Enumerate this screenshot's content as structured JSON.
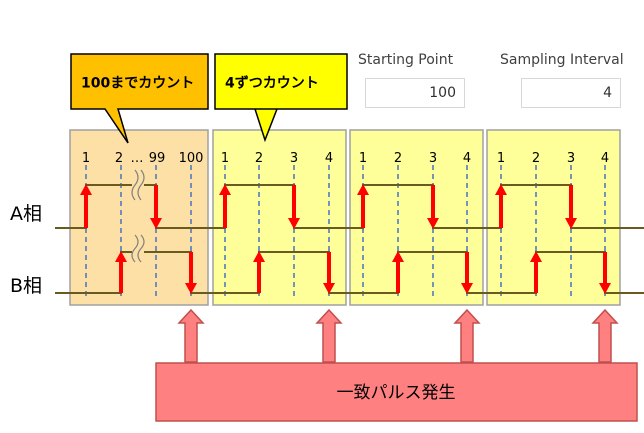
{
  "callouts": {
    "count_to_100": "100までカウント",
    "count_by_4": "4ずつカウント"
  },
  "fields": {
    "starting_point": {
      "label": "Starting Point",
      "value": "100"
    },
    "sampling_interval": {
      "label": "Sampling Interval",
      "value": "4"
    }
  },
  "channels": {
    "a": "A相",
    "b": "B相"
  },
  "first_block_ticks": [
    "1",
    "2",
    "…",
    "99",
    "100"
  ],
  "interval_ticks": [
    "1",
    "2",
    "3",
    "4"
  ],
  "interval_block_count": 3,
  "output_label": "一致パルス発生",
  "colors": {
    "first_block_fill": "#fde0a6",
    "interval_block_fill": "#ffff99",
    "block_border": "#a0a0a0",
    "orange_callout": "#ffc000",
    "yellow_callout": "#ffff00",
    "arrow_red": "#ff0000",
    "signal_line": "#6b5a1e",
    "dashed": "#4472c4",
    "pulse_fill": "#ff8080",
    "pulse_border": "#c0504d"
  }
}
